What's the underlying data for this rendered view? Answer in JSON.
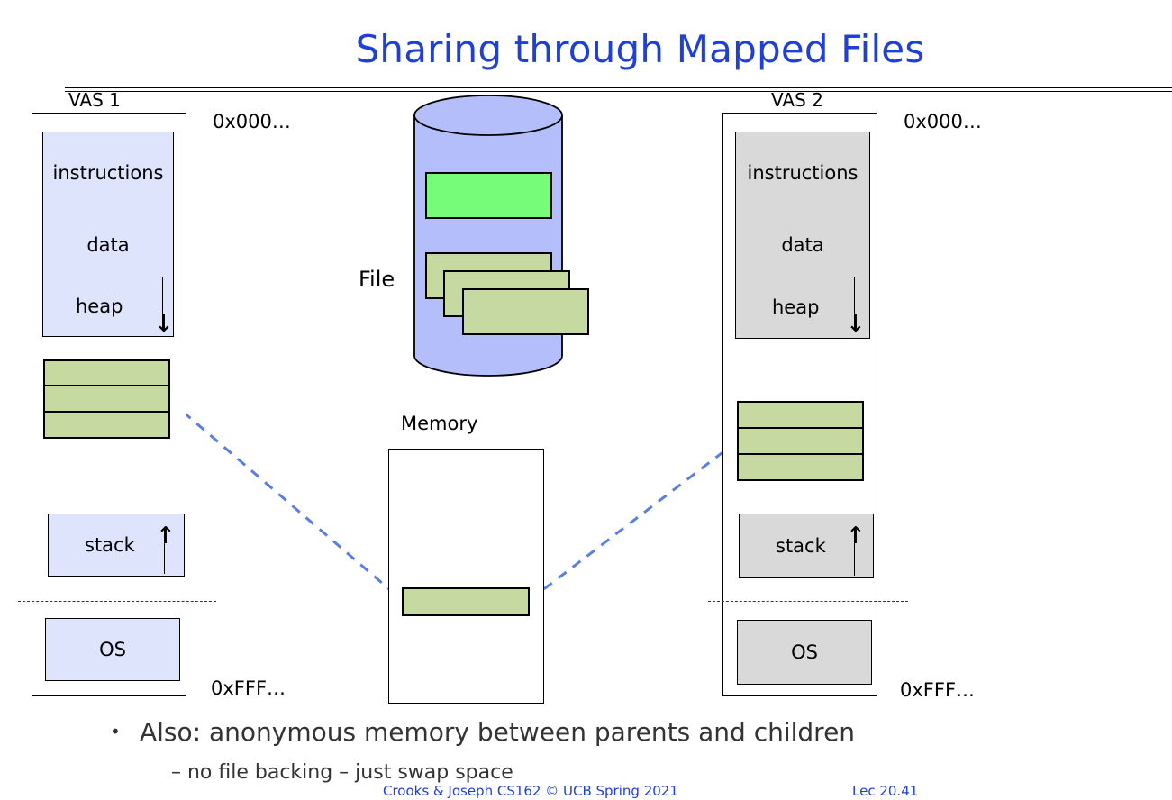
{
  "slide": {
    "title": "Sharing through Mapped Files",
    "vas1": {
      "label": "VAS 1",
      "addr_top": "0x000…",
      "addr_bottom": "0xFFF…",
      "segments": {
        "instructions": "instructions",
        "data": "data",
        "heap": "heap",
        "stack": "stack",
        "os": "OS"
      },
      "fill": "#dde4fb"
    },
    "vas2": {
      "label": "VAS 2",
      "addr_top": "0x000…",
      "addr_bottom": "0xFFF…",
      "segments": {
        "instructions": "instructions",
        "data": "data",
        "heap": "heap",
        "stack": "stack",
        "os": "OS"
      },
      "fill": "#d9d9d9"
    },
    "file": {
      "label": "File",
      "cylinder_color": "#b4befa"
    },
    "memory": {
      "label": "Memory"
    },
    "colors": {
      "mapped_page": "#c6d9a0",
      "highlight_page": "#77fc79",
      "link_line": "#5b7fe0",
      "title": "#1f3fd6"
    },
    "bullets": [
      {
        "text": "Also: anonymous memory between parents and children"
      }
    ],
    "sub_bullets": [
      {
        "text": "– no file backing – just swap space"
      }
    ],
    "footer": {
      "left": "Crooks & Joseph CS162 © UCB Spring 2021",
      "right": "Lec 20.41"
    }
  }
}
